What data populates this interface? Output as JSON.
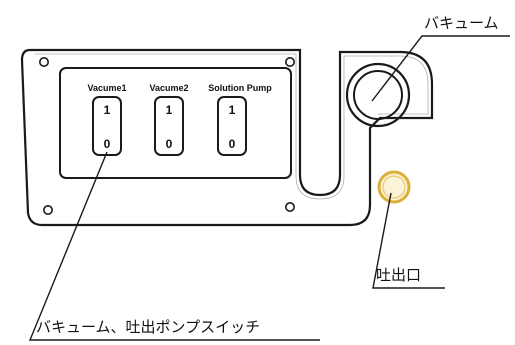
{
  "callouts": {
    "vacuum": "バキューム",
    "outlet": "吐出口",
    "switches": "バキューム、吐出ポンプスイッチ"
  },
  "switches": [
    {
      "label": "Vacume1",
      "on": "1",
      "off": "0"
    },
    {
      "label": "Vacume2",
      "on": "1",
      "off": "0"
    },
    {
      "label": "Solution Pump",
      "on": "1",
      "off": "0"
    }
  ],
  "colors": {
    "line": "#1a1a1a",
    "outlet_ring": "#d9b03a"
  }
}
